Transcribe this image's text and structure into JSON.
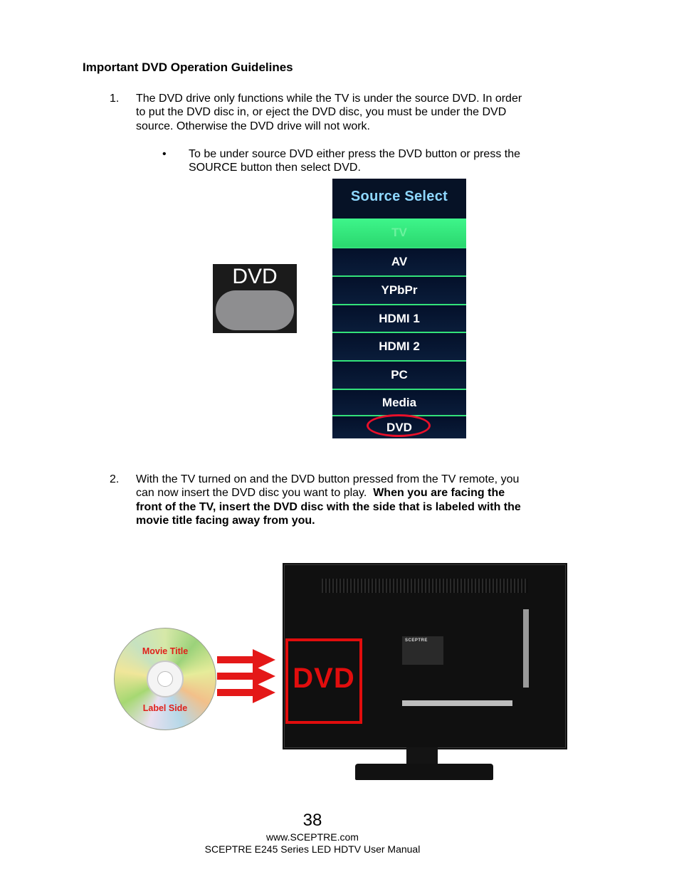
{
  "heading": "Important DVD Operation Guidelines",
  "item1": {
    "num": "1.",
    "lines": [
      "The DVD drive only functions while the TV is under the source DVD.  In order",
      "to put the DVD disc in, or eject the DVD disc, you must be under the DVD",
      "source. Otherwise the DVD drive will not work."
    ]
  },
  "bullet": {
    "symbol": "•",
    "lines": [
      "To be under source DVD either press the DVD button or press the",
      "SOURCE button then select DVD."
    ]
  },
  "remote_button": {
    "label": "DVD"
  },
  "source_menu": {
    "title": "Source Select",
    "items": [
      "TV",
      "AV",
      "YPbPr",
      "HDMI 1",
      "HDMI 2",
      "PC",
      "Media",
      "DVD"
    ],
    "selected": "TV",
    "circled": "DVD"
  },
  "item2": {
    "num": "2.",
    "line1": "With the TV turned on and the DVD button pressed from the TV remote, you",
    "line2_normal": "can now insert the DVD disc you want to play.  ",
    "line2_bold": "When you are facing the",
    "line3_bold": "front of the TV, insert the DVD disc with the side that is labeled with the",
    "line4_bold": "movie title facing away from you."
  },
  "disc": {
    "top_label": "Movie Title",
    "bottom_label": "Label Side"
  },
  "tv": {
    "highlight_label": "DVD",
    "brand": "SCEPTRE"
  },
  "footer": {
    "page_number": "38",
    "website": "www.SCEPTRE.com",
    "manual": "SCEPTRE E245 Series LED HDTV User Manual"
  },
  "colors": {
    "highlight_red": "#e10d0d",
    "menu_green": "#33e27a",
    "menu_bg": "#061226"
  }
}
